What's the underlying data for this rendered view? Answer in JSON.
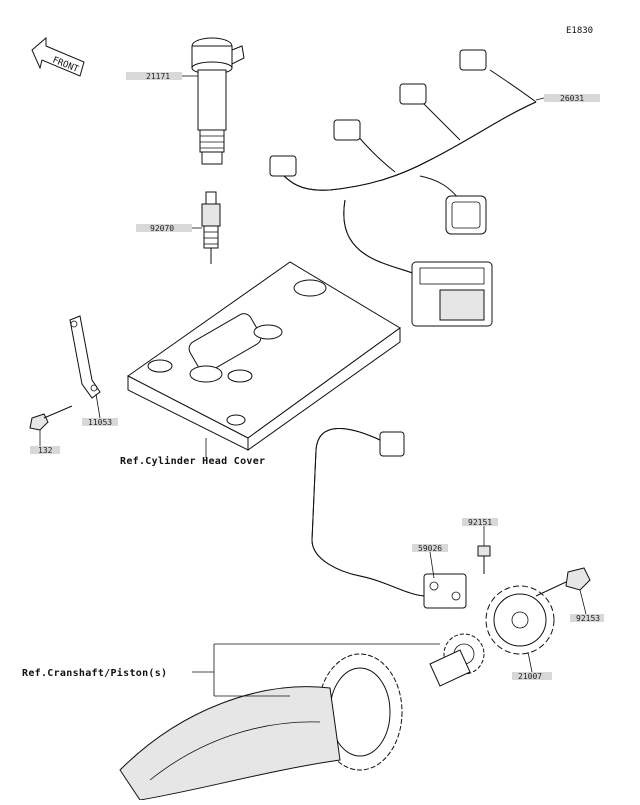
{
  "diagram": {
    "code": "E1830",
    "front_label": "FRONT",
    "parts": [
      {
        "id": "part-21171",
        "number": "21171"
      },
      {
        "id": "part-92070",
        "number": "92070"
      },
      {
        "id": "part-26031",
        "number": "26031"
      },
      {
        "id": "part-11053",
        "number": "11053"
      },
      {
        "id": "part-132",
        "number": "132"
      },
      {
        "id": "part-92151",
        "number": "92151"
      },
      {
        "id": "part-59026",
        "number": "59026"
      },
      {
        "id": "part-92153",
        "number": "92153"
      },
      {
        "id": "part-21007",
        "number": "21007"
      }
    ],
    "references": {
      "cylinder_head_cover": "Ref.Cylinder Head Cover",
      "crankshaft_piston": "Ref.Cranshaft/Piston(s)"
    }
  }
}
